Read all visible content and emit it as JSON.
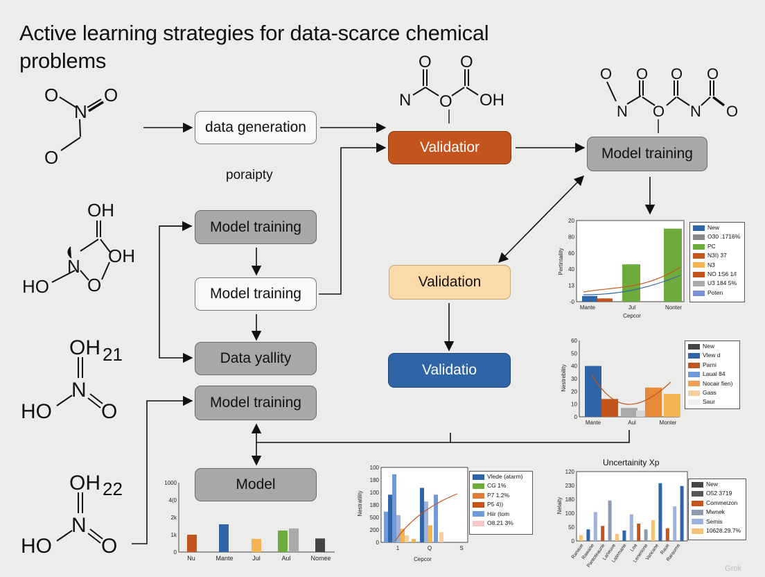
{
  "title": "Active learning strategies for data-scarce chemical problems",
  "boxes": {
    "data_generation": "data generation",
    "validation_orange": "Validatior",
    "model_training_top": "Model training",
    "model_training_1": "Model training",
    "model_training_2": "Model training",
    "validation_peach": "Validation",
    "data_yallity": "Data yallity",
    "validation_blue": "Validatio",
    "model_training_3": "Model training",
    "model": "Model"
  },
  "label_poraipty": "poraipty",
  "molecules": {
    "m1": [
      "O",
      "N",
      "O",
      "O"
    ],
    "m2": [
      "OH",
      "OH",
      "N",
      "O",
      "HO"
    ],
    "m3": [
      "OH",
      "21",
      "N",
      "HO",
      "O"
    ],
    "m4": [
      "OH",
      "22",
      "N",
      "HO",
      "O"
    ],
    "top_mid": [
      "O",
      "O",
      "N",
      "O",
      "OH"
    ],
    "top_right": [
      "O",
      "O",
      "O",
      "O",
      "N",
      "O",
      "N",
      "O"
    ]
  },
  "colors": {
    "orange": "#c4541e",
    "blue": "#2f64a6",
    "peach": "#fbd9a8",
    "grey": "#a8a8a6",
    "green": "#6cab3c",
    "trend": "#c4541e"
  },
  "chart_data": [
    {
      "id": "chart1",
      "type": "bar",
      "ylabel": "Pertintaility",
      "xlabel": "Cepcor",
      "y_ticks": [
        "20",
        "80",
        "60",
        "40",
        "13",
        "-0"
      ],
      "categories": [
        "Mante",
        "Jul",
        "Nonter"
      ],
      "legend": [
        "New",
        "O30 .1716%",
        "PC",
        "N3I) 37",
        "N3",
        "NO 1S6 1/I",
        "U3 184 5%",
        "Poten"
      ],
      "legend_colors": [
        "#2f64a6",
        "#888888",
        "#6cab3c",
        "#c4541e",
        "#f5b452",
        "#c4541e",
        "#aaaaaa",
        "#7b8fd6"
      ],
      "bars": [
        {
          "x": 0,
          "value": 7,
          "color": "#2f64a6"
        },
        {
          "x": 0.3,
          "value": 4,
          "color": "#c4541e"
        },
        {
          "x": 1,
          "value": 12,
          "color": "#a8a8a8"
        },
        {
          "x": 1,
          "value": 46,
          "color": "#6cab3c"
        },
        {
          "x": 2,
          "value": 30,
          "color": "#a8a8a8"
        },
        {
          "x": 2,
          "value": 90,
          "color": "#6cab3c"
        }
      ],
      "ylim": [
        0,
        100
      ]
    },
    {
      "id": "chart2",
      "type": "bar",
      "ylabel": "Nestrebility",
      "y_ticks": [
        "60",
        "50",
        "40",
        "30",
        "20",
        "10",
        "0"
      ],
      "categories": [
        "Mante",
        "Aul",
        "Monter"
      ],
      "legend": [
        "New",
        "Vlew d",
        "Parni",
        "Laual 84",
        "Nocair fien)",
        "Gass",
        "Saur"
      ],
      "legend_colors": [
        "#444444",
        "#2f64a6",
        "#c4541e",
        "#6e9bd8",
        "#f0a050",
        "#f7cf9c",
        "#efefef"
      ],
      "values": [
        40,
        14,
        7,
        5,
        23,
        18
      ],
      "bar_colors": [
        "#2f64a6",
        "#c4541e",
        "#aaaaaa",
        "#d6d6d6",
        "#e58a3a",
        "#f5b452"
      ],
      "ylim": [
        0,
        60
      ]
    },
    {
      "id": "chart3",
      "type": "bar",
      "ylabel": "Nestratility",
      "xlabel": "Cepcor",
      "y_ticks": [
        "100",
        "180",
        "100",
        "180",
        "500",
        "200",
        "0"
      ],
      "x_ticks": [
        "1",
        "Q",
        "S"
      ],
      "legend": [
        "Vlede (atarm)",
        "CG 1%",
        "P7 1.2%",
        "P5 4))",
        "Hiir (tom",
        "O8.21 3%"
      ],
      "legend_colors": [
        "#2f64a6",
        "#6cab3c",
        "#e07b39",
        "#c4541e",
        "#6e9bd8",
        "#f7c7c7"
      ],
      "values": [
        45,
        70,
        100,
        40,
        20,
        10,
        5,
        80,
        60,
        25,
        70,
        15
      ],
      "ylim": [
        0,
        110
      ]
    },
    {
      "id": "chart4",
      "type": "bar",
      "title": "Uncertainity Xp",
      "ylabel": "Nelaity",
      "y_ticks": [
        "120",
        "230",
        "180",
        "100",
        "50",
        "0"
      ],
      "x_ticks": [
        "Ranaue",
        "Rawane",
        "Pantoteaune",
        "Laneuve",
        "Latemane",
        "Loa",
        "Lenerione",
        "Vancane",
        "Raue",
        "Raraume"
      ],
      "legend": [
        "New",
        "O52 3719",
        "Commeizon",
        "Mwnek",
        "Semis",
        "10628.29.7%"
      ],
      "legend_colors": [
        "#444444",
        "#555555",
        "#c4541e",
        "#8e9ab0",
        "#9bb3dd",
        "#f5c27a"
      ],
      "values": [
        10,
        20,
        50,
        26,
        70,
        12,
        18,
        46,
        30,
        20,
        36,
        100,
        22,
        60,
        95
      ],
      "ylim": [
        0,
        120
      ]
    },
    {
      "id": "chart5",
      "type": "bar",
      "y_ticks": [
        "1000",
        "4(0",
        "2k",
        "1k",
        "0"
      ],
      "categories": [
        "Nu",
        "Mante",
        "Jul",
        "Aul",
        "Nomee"
      ],
      "values": [
        1.25,
        2.0,
        0.95,
        1.55,
        1.7,
        0.98
      ],
      "bar_colors": [
        "#c4541e",
        "#2f64a6",
        "#f5b452",
        "#6cab3c",
        "#aaaaaa",
        "#444444"
      ],
      "ylim": [
        0,
        5
      ]
    }
  ],
  "watermark": "Grok"
}
